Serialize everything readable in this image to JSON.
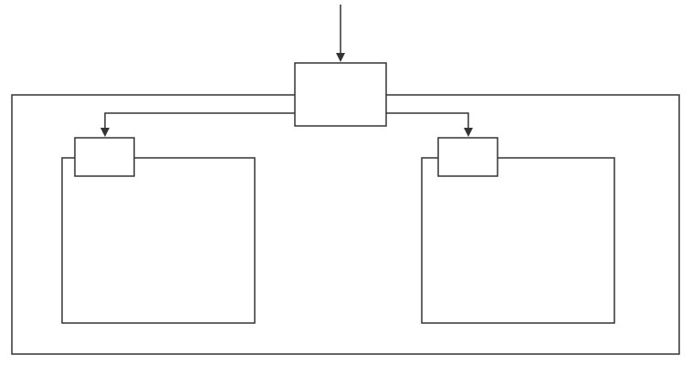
{
  "diagram": {
    "type": "block-diagram",
    "labels": [],
    "colors": {
      "stroke": "#333333",
      "background": "#ffffff"
    },
    "nodes": [
      {
        "id": "outer-container",
        "role": "container"
      },
      {
        "id": "top-distributor",
        "role": "block"
      },
      {
        "id": "left-panel",
        "role": "block"
      },
      {
        "id": "left-tab",
        "role": "block"
      },
      {
        "id": "right-panel",
        "role": "block"
      },
      {
        "id": "right-tab",
        "role": "block"
      }
    ],
    "edges": [
      {
        "from": "external-input",
        "to": "top-distributor",
        "arrow": "end"
      },
      {
        "from": "top-distributor",
        "to": "left-tab",
        "arrow": "end"
      },
      {
        "from": "top-distributor",
        "to": "right-tab",
        "arrow": "end"
      }
    ]
  }
}
